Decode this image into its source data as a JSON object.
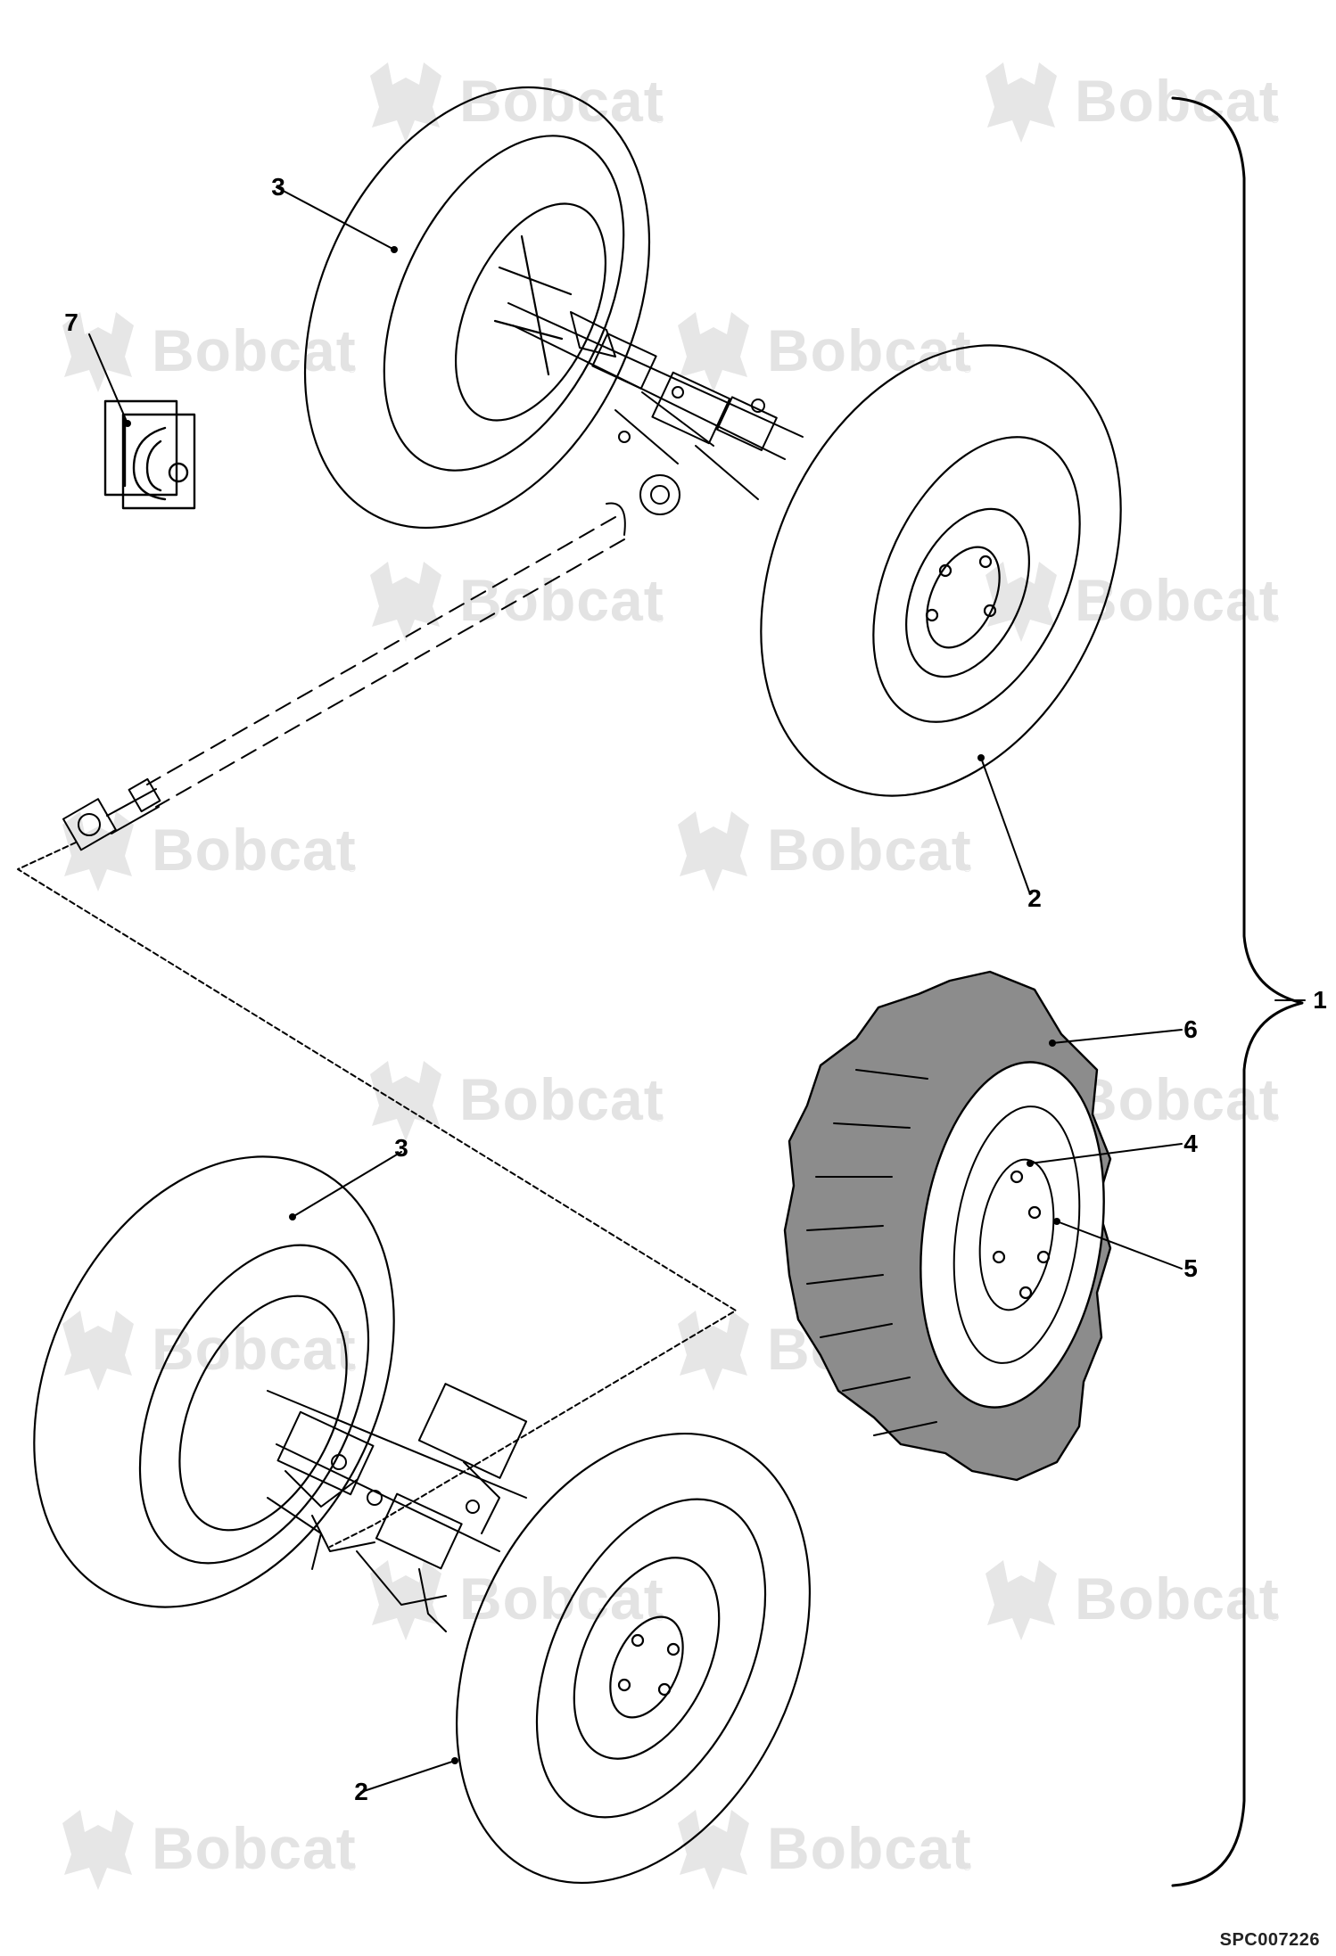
{
  "watermark": {
    "brand": "Bobcat",
    "reg_mark": "®",
    "icon": "bobcat-head-logo"
  },
  "callouts": {
    "item1": "1",
    "item2_upper": "2",
    "item2_lower": "2",
    "item3_upper": "3",
    "item3_lower": "3",
    "item4": "4",
    "item5": "5",
    "item6": "6",
    "item7": "7"
  },
  "drawing_ref": "SPC007226",
  "colors": {
    "line": "#000000",
    "tire_fill": "#8c8c8c",
    "watermark": "#e3e3e3"
  }
}
